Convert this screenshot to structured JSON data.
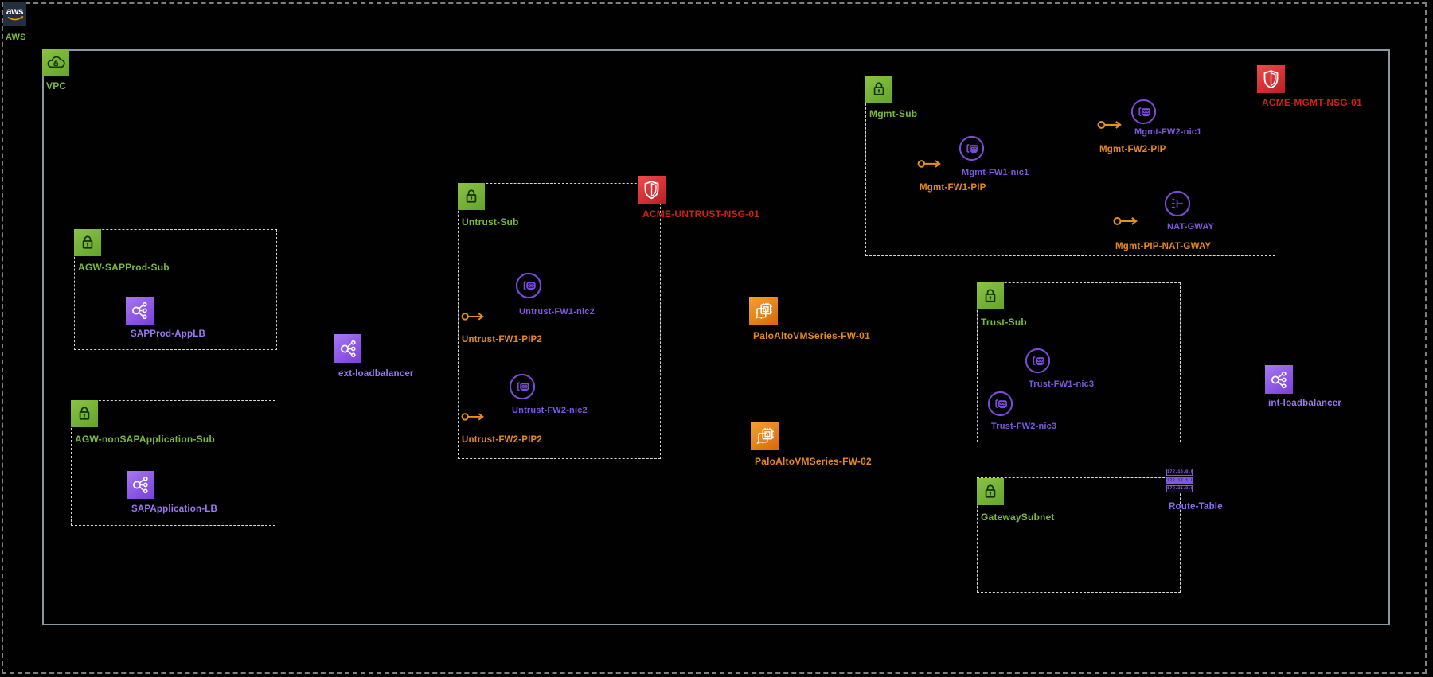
{
  "colors": {
    "background": "#000000",
    "subnet_green": "#79b93c",
    "lb_purple": "#8a5cf0",
    "nic_purple": "#7a4ad8",
    "pip_orange": "#e8871e",
    "nsg_red": "#ce2213",
    "vpc_border": "#8e979f",
    "subnet_dash": "#d6d8da",
    "aws_logo_bg": "#232f3e",
    "aws_smile_orange": "#ff9900"
  },
  "boundary": {
    "logo_text": "aws",
    "label": "AWS"
  },
  "vpc": {
    "label": "VPC"
  },
  "subnets": [
    {
      "label": "AGW-SAPProd-Sub"
    },
    {
      "label": "AGW-nonSAPApplication-Sub"
    },
    {
      "label": "Untrust-Sub"
    },
    {
      "label": "Mgmt-Sub"
    },
    {
      "label": "Trust-Sub"
    },
    {
      "label": "GatewaySubnet"
    }
  ],
  "nodes": {
    "sapprod_applb": {
      "label": "SAPProd-AppLB",
      "type": "load-balancer"
    },
    "sapapplication_lb": {
      "label": "SAPApplication-LB",
      "type": "load-balancer"
    },
    "ext_lb": {
      "label": "ext-loadbalancer",
      "type": "load-balancer"
    },
    "int_lb": {
      "label": "int-loadbalancer",
      "type": "load-balancer"
    },
    "untrust_nsg": {
      "label": "ACME-UNTRUST-NSG-01",
      "type": "network-security-group"
    },
    "mgmt_nsg": {
      "label": "ACME-MGMT-NSG-01",
      "type": "network-security-group"
    },
    "untrust_fw1_nic2": {
      "label": "Untrust-FW1-nic2",
      "type": "network-interface"
    },
    "untrust_fw1_pip2": {
      "label": "Untrust-FW1-PIP2",
      "type": "public-ip"
    },
    "untrust_fw2_nic2": {
      "label": "Untrust-FW2-nic2",
      "type": "network-interface"
    },
    "untrust_fw2_pip2": {
      "label": "Untrust-FW2-PIP2",
      "type": "public-ip"
    },
    "mgmt_fw1_nic1": {
      "label": "Mgmt-FW1-nic1",
      "type": "network-interface"
    },
    "mgmt_fw1_pip": {
      "label": "Mgmt-FW1-PIP",
      "type": "public-ip"
    },
    "mgmt_fw2_nic1": {
      "label": "Mgmt-FW2-nic1",
      "type": "network-interface"
    },
    "mgmt_fw2_pip": {
      "label": "Mgmt-FW2-PIP",
      "type": "public-ip"
    },
    "nat_gway": {
      "label": "NAT-GWAY",
      "type": "nat-gateway"
    },
    "mgmt_pip_nat_gway": {
      "label": "Mgmt-PIP-NAT-GWAY",
      "type": "public-ip"
    },
    "trust_fw1_nic3": {
      "label": "Trust-FW1-nic3",
      "type": "network-interface"
    },
    "trust_fw2_nic3": {
      "label": "Trust-FW2-nic3",
      "type": "network-interface"
    },
    "paloalto_fw01": {
      "label": "PaloAltoVMSeries-FW-01",
      "type": "vm-series-firewall"
    },
    "paloalto_fw02": {
      "label": "PaloAltoVMSeries-FW-02",
      "type": "vm-series-firewall"
    },
    "route_table": {
      "label": "Route-Table",
      "type": "route-table",
      "rows": [
        "172.16.0.0",
        "172.17.1.0",
        "172.31.0.0"
      ]
    }
  }
}
